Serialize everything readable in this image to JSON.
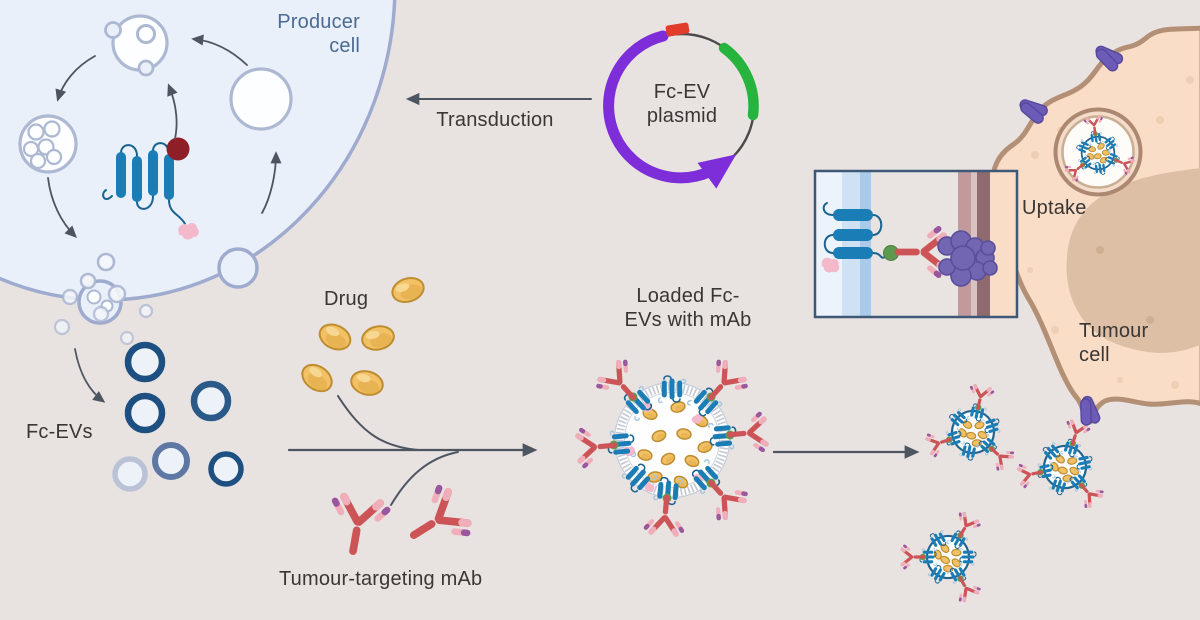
{
  "labels": {
    "producer_cell": "Producer cell",
    "transduction": "Transduction",
    "plasmid": "Fc-EV plasmid",
    "drug": "Drug",
    "fc_evs": "Fc-EVs",
    "loaded_fc_evs": "Loaded Fc-EVs with mAb",
    "tumour_targeting_mab": "Tumour-targeting mAb",
    "uptake": "Uptake",
    "tumour_cell": "Tumour cell"
  },
  "colors": {
    "background": "#e8e2e1",
    "ink": "#3a3633",
    "producer_text": "#4a6a92",
    "producer_fill": "#eaf0fa",
    "producer_stroke": "#9fabce",
    "vesicle_stroke": "#adb8d2",
    "arrow": "#4d5560",
    "protein_blue": "#1b7db5",
    "protein_loop": "#19638f",
    "ev_navy": "#1d4f80",
    "ev_medium": "#5e77a3",
    "ev_faded": "#bac3d6",
    "gold": "#f2c166",
    "gold_stroke": "#bd8d30",
    "ab_red": "#cd5456",
    "ab_pink": "#f0aebb",
    "ab_purple": "#99589d",
    "plasmid_purple": "#7e2ed8",
    "plasmid_green": "#26b33e",
    "plasmid_red": "#e23c2d",
    "plasmid_ring": "#4a4a4a",
    "tumour_fill": "#f9ddc6",
    "tumour_stroke": "#b28f75",
    "nucleus": "#dcbfa5",
    "speck": "#eccfb4",
    "receptor_purple": "#6c5cb7",
    "receptor_stroke": "#56489c",
    "purple_cluster": "#7265b2",
    "purple_cluster_stroke": "#5a4d9c",
    "pink_blob": "#f3b9ca",
    "dark_red": "#8e1f26",
    "membrane_gray": "#c2c8d4",
    "green_dot": "#5f9950",
    "inset_border": "#3f5878",
    "endosome_ring": "#ad8870"
  }
}
